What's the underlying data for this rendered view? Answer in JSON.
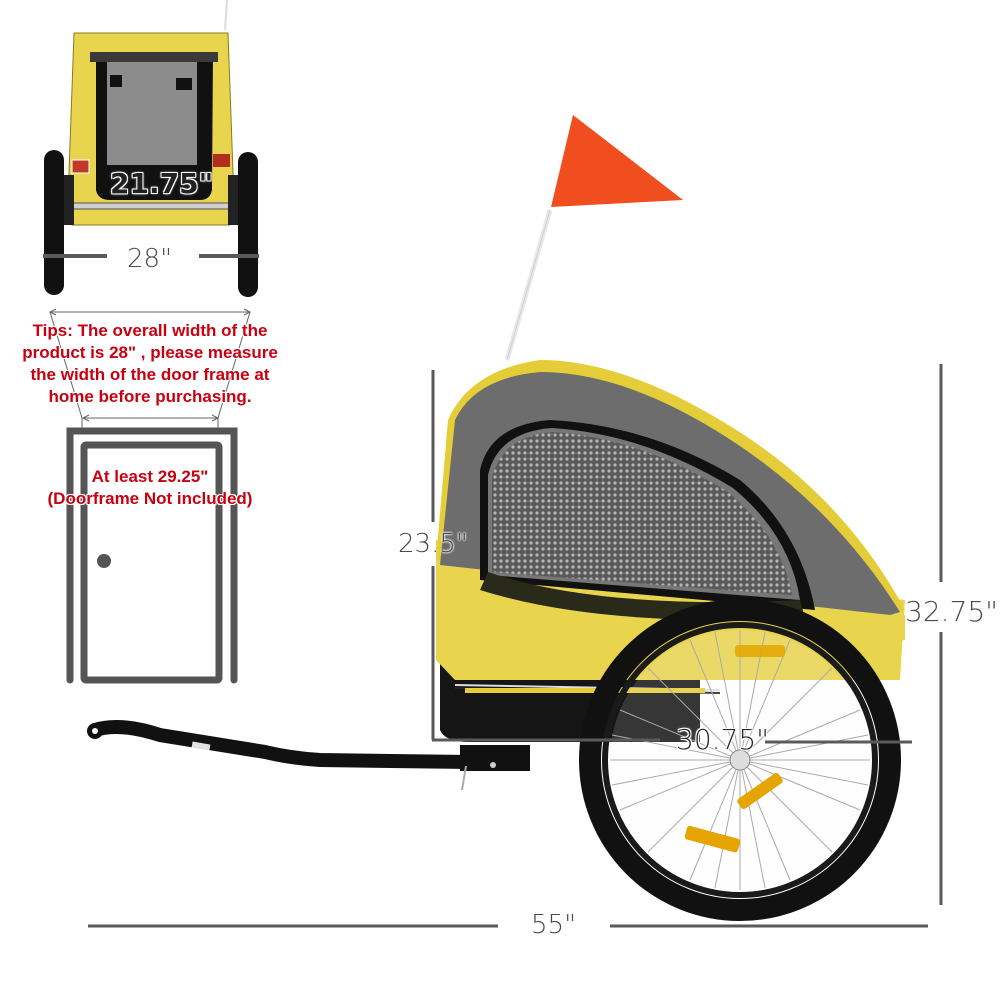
{
  "colors": {
    "dimension_line": "#5a5a5a",
    "tip_text": "#c8000f",
    "canopy_yellow": "#e8d44d",
    "canopy_gray": "#6b6b6b",
    "mesh": "#7a7a7a",
    "flag": "#f04e1e",
    "tire": "#111111",
    "door_frame": "#555555"
  },
  "rear_view": {
    "inner_width_label": "21.75\"",
    "overall_width_label": "28\""
  },
  "tips": {
    "lines": [
      "Tips: The overall width of the",
      "product is 28\" , please measure",
      "the width of the door frame at",
      "home before purchasing."
    ]
  },
  "door": {
    "lines": [
      "At least 29.25\"",
      "(Doorframe Not included)"
    ]
  },
  "side_view": {
    "cabin_height_label": "23.5\"",
    "overall_height_label": "32.75\"",
    "cabin_length_label": "30.75\"",
    "overall_length_label": "55\""
  }
}
